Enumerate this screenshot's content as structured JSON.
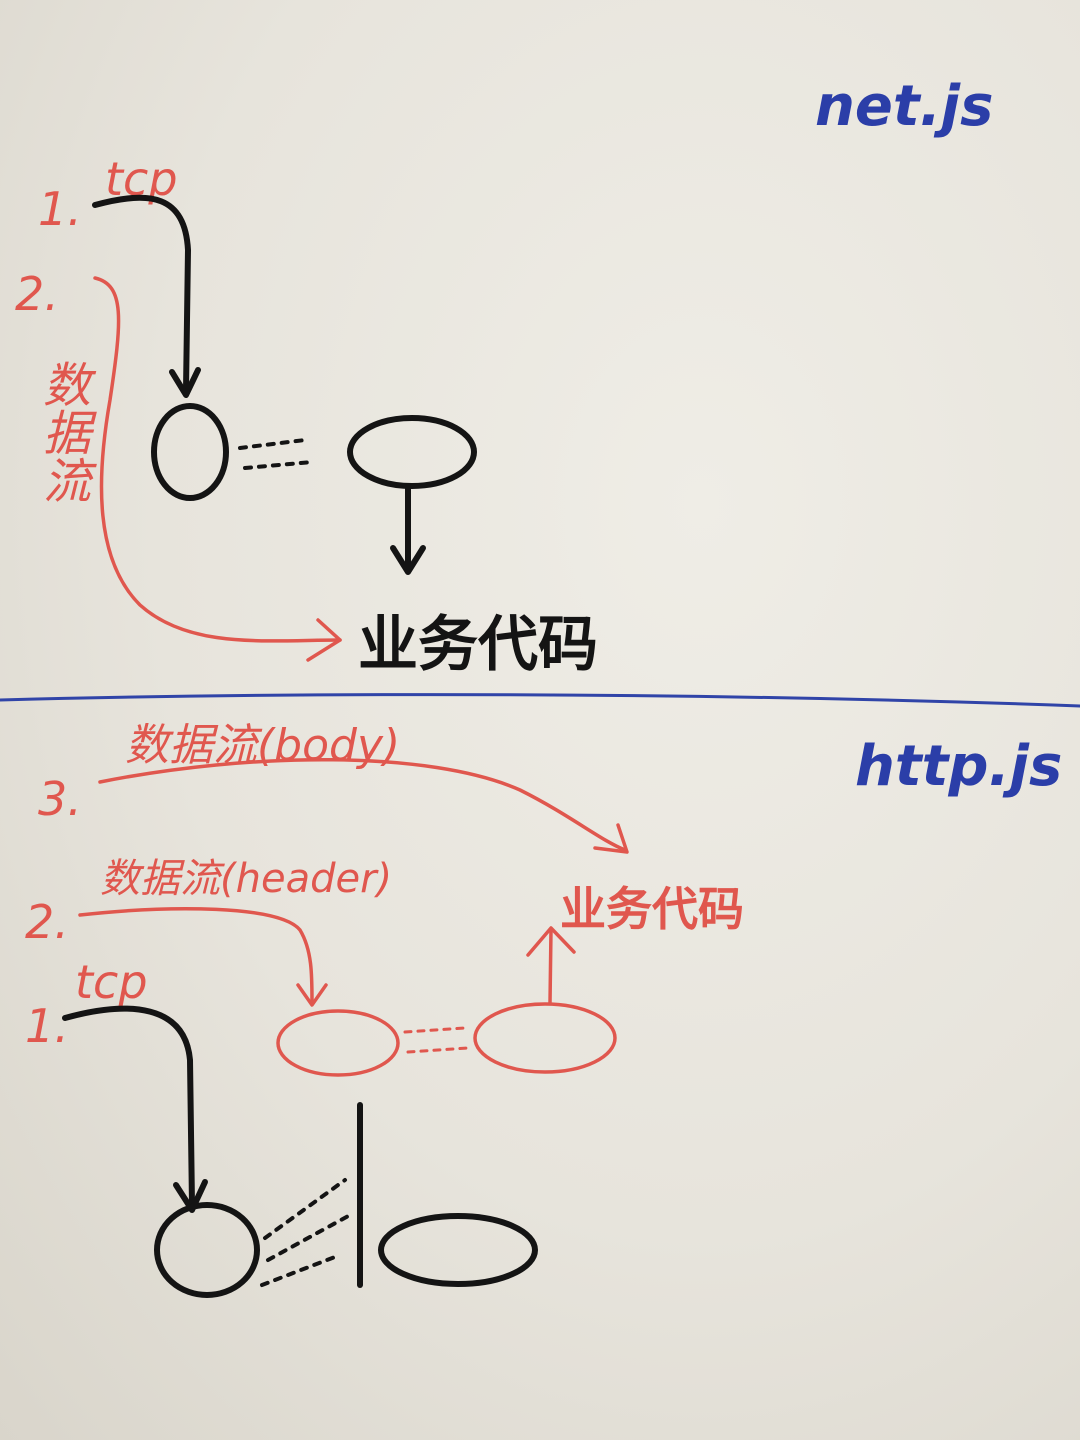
{
  "net_section": {
    "title": "net.js",
    "step1": {
      "number": "1.",
      "label": "tcp"
    },
    "step2": {
      "number": "2.",
      "label": "数据流"
    },
    "target": "业务代码"
  },
  "http_section": {
    "title": "http.js",
    "step1": {
      "number": "1.",
      "label": "tcp"
    },
    "step2": {
      "number": "2.",
      "label": "数据流(header)"
    },
    "step3": {
      "number": "3.",
      "label": "数据流(body)"
    },
    "target": "业务代码"
  },
  "colors": {
    "black_ink": "#141414",
    "red_ink": "#e0574e",
    "blue_ink": "#2b3ea8",
    "paper": "#ebe9e2"
  },
  "icons": [
    "arrow-down-icon",
    "arrow-up-icon",
    "arrow-right-icon"
  ]
}
